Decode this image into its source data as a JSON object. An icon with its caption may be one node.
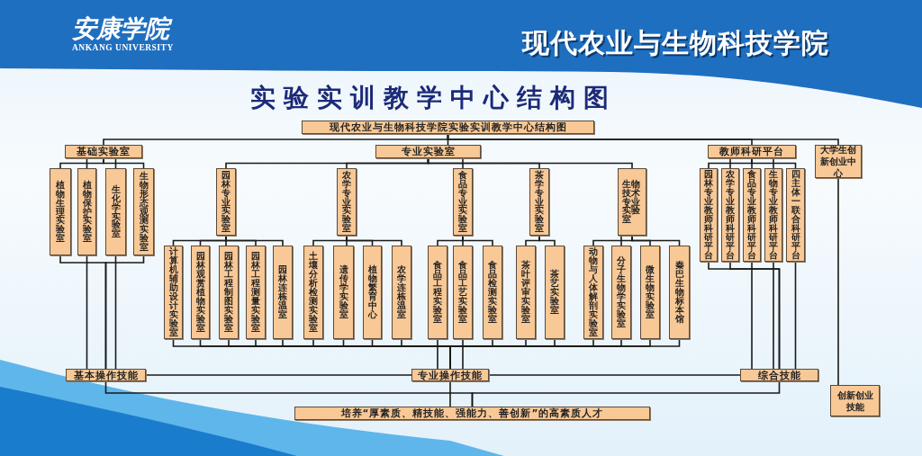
{
  "diagram": {
    "title": "实验实训教学中心结构图",
    "nodes": [
      {
        "text": [
          "现代农业与生物科技学院实验实训教学中心结构图"
        ]
      },
      {
        "text": [
          "基础实验室"
        ]
      },
      {
        "text": [
          "专业实验室"
        ]
      },
      {
        "text": [
          "教师科研平台"
        ]
      },
      {
        "text": [
          "大学生创新创业中心"
        ]
      },
      {
        "text": [
          "植物生理实验室"
        ]
      },
      {
        "text": [
          "植物保护实验室"
        ]
      },
      {
        "text": [
          "生化学实验室"
        ]
      },
      {
        "text": [
          "生物形态观测实验室"
        ]
      },
      {
        "text": [
          "园林专业实验室"
        ]
      },
      {
        "text": [
          "农学专业实验室"
        ]
      },
      {
        "text": [
          "食品专业实验室"
        ]
      },
      {
        "text": [
          "茶学专业实验室"
        ]
      },
      {
        "text": [
          "生物技术专业实验室"
        ]
      },
      {
        "text": [
          "园林专业教师科研平台"
        ]
      },
      {
        "text": [
          "农学专业教师科研平台"
        ]
      },
      {
        "text": [
          "食品专业教师科研平台"
        ]
      },
      {
        "text": [
          "生物专业教师科研平台"
        ]
      },
      {
        "text": [
          "四主体一联合科研平台"
        ]
      },
      {
        "text": [
          "计算机辅助设计实验室"
        ]
      },
      {
        "text": [
          "园林观赏植物实验室"
        ]
      },
      {
        "text": [
          "园林工程制图实验室"
        ]
      },
      {
        "text": [
          "园林工程测量实验室"
        ]
      },
      {
        "text": [
          "园林连栋温室"
        ]
      },
      {
        "text": [
          "土壤分析检测实验室"
        ]
      },
      {
        "text": [
          "遗传学实验室"
        ]
      },
      {
        "text": [
          "植物繁育中心"
        ]
      },
      {
        "text": [
          "农学连栋温室"
        ]
      },
      {
        "text": [
          "食品工程实验室"
        ]
      },
      {
        "text": [
          "食品工艺实验室"
        ]
      },
      {
        "text": [
          "食品检测实验室"
        ]
      },
      {
        "text": [
          "茶叶评审实验室"
        ]
      },
      {
        "text": [
          "茶艺实验室"
        ]
      },
      {
        "text": [
          "动物与人体解剖实验室"
        ]
      },
      {
        "text": [
          "分子生物学实验室"
        ]
      },
      {
        "text": [
          "微生物实验室"
        ]
      },
      {
        "text": [
          "秦巴生物标本馆"
        ]
      },
      {
        "text": [
          "基本操作技能"
        ]
      },
      {
        "text": [
          "专业操作技能"
        ]
      },
      {
        "text": [
          "综合技能"
        ]
      },
      {
        "text": [
          "创新创业技能"
        ]
      },
      {
        "text": [
          "培养“厚素质、精技能、强能力、善创新”的高素质人才"
        ]
      }
    ],
    "edges": [
      {
        "from": 0,
        "to": 1,
        "arrow": "none"
      },
      {
        "from": 0,
        "to": 2,
        "arrow": "none"
      },
      {
        "from": 0,
        "to": 3,
        "arrow": "none"
      },
      {
        "from": 0,
        "to": 4,
        "arrow": "none"
      },
      {
        "from": 1,
        "to": 5,
        "arrow": "none"
      },
      {
        "from": 1,
        "to": 6,
        "arrow": "none"
      },
      {
        "from": 1,
        "to": 7,
        "arrow": "none"
      },
      {
        "from": 1,
        "to": 8,
        "arrow": "none"
      },
      {
        "from": 2,
        "to": 9,
        "arrow": "none"
      },
      {
        "from": 2,
        "to": 10,
        "arrow": "none"
      },
      {
        "from": 2,
        "to": 11,
        "arrow": "none"
      },
      {
        "from": 2,
        "to": 12,
        "arrow": "none"
      },
      {
        "from": 2,
        "to": 13,
        "arrow": "none"
      },
      {
        "from": 3,
        "to": 14,
        "arrow": "none"
      },
      {
        "from": 3,
        "to": 15,
        "arrow": "none"
      },
      {
        "from": 3,
        "to": 16,
        "arrow": "none"
      },
      {
        "from": 3,
        "to": 17,
        "arrow": "none"
      },
      {
        "from": 3,
        "to": 18,
        "arrow": "none"
      },
      {
        "from": 9,
        "to": 19,
        "arrow": "none"
      },
      {
        "from": 9,
        "to": 20,
        "arrow": "none"
      },
      {
        "from": 9,
        "to": 21,
        "arrow": "none"
      },
      {
        "from": 9,
        "to": 22,
        "arrow": "none"
      },
      {
        "from": 9,
        "to": 23,
        "arrow": "none"
      },
      {
        "from": 10,
        "to": 24,
        "arrow": "none"
      },
      {
        "from": 10,
        "to": 25,
        "arrow": "none"
      },
      {
        "from": 10,
        "to": 26,
        "arrow": "none"
      },
      {
        "from": 10,
        "to": 27,
        "arrow": "none"
      },
      {
        "from": 11,
        "to": 28,
        "arrow": "none"
      },
      {
        "from": 11,
        "to": 29,
        "arrow": "none"
      },
      {
        "from": 11,
        "to": 30,
        "arrow": "none"
      },
      {
        "from": 12,
        "to": 31,
        "arrow": "none"
      },
      {
        "from": 12,
        "to": 32,
        "arrow": "none"
      },
      {
        "from": 13,
        "to": 33,
        "arrow": "none"
      },
      {
        "from": 13,
        "to": 34,
        "arrow": "none"
      },
      {
        "from": 13,
        "to": 35,
        "arrow": "none"
      },
      {
        "from": 13,
        "to": 36,
        "arrow": "none"
      },
      {
        "from": 5,
        "to": 37,
        "arrow": "none"
      },
      {
        "from": 6,
        "to": 37,
        "arrow": "none"
      },
      {
        "from": 7,
        "to": 37,
        "arrow": "none"
      },
      {
        "from": 8,
        "to": 37,
        "arrow": "none"
      },
      {
        "from": 19,
        "to": 38,
        "arrow": "none"
      },
      {
        "from": 20,
        "to": 38,
        "arrow": "none"
      },
      {
        "from": 21,
        "to": 38,
        "arrow": "none"
      },
      {
        "from": 22,
        "to": 38,
        "arrow": "none"
      },
      {
        "from": 23,
        "to": 38,
        "arrow": "none"
      },
      {
        "from": 24,
        "to": 38,
        "arrow": "none"
      },
      {
        "from": 25,
        "to": 38,
        "arrow": "none"
      },
      {
        "from": 26,
        "to": 38,
        "arrow": "none"
      },
      {
        "from": 27,
        "to": 38,
        "arrow": "none"
      },
      {
        "from": 28,
        "to": 38,
        "arrow": "none"
      },
      {
        "from": 29,
        "to": 38,
        "arrow": "none"
      },
      {
        "from": 30,
        "to": 38,
        "arrow": "none"
      },
      {
        "from": 31,
        "to": 38,
        "arrow": "none"
      },
      {
        "from": 32,
        "to": 38,
        "arrow": "none"
      },
      {
        "from": 33,
        "to": 38,
        "arrow": "none"
      },
      {
        "from": 34,
        "to": 38,
        "arrow": "none"
      },
      {
        "from": 35,
        "to": 38,
        "arrow": "none"
      },
      {
        "from": 36,
        "to": 38,
        "arrow": "none"
      },
      {
        "from": 14,
        "to": 39,
        "arrow": "none"
      },
      {
        "from": 15,
        "to": 39,
        "arrow": "none"
      },
      {
        "from": 16,
        "to": 39,
        "arrow": "none"
      },
      {
        "from": 17,
        "to": 39,
        "arrow": "none"
      },
      {
        "from": 18,
        "to": 39,
        "arrow": "none"
      },
      {
        "from": 4,
        "to": 40,
        "arrow": "none"
      },
      {
        "from": 37,
        "to": 38,
        "arrow": "none"
      },
      {
        "from": 38,
        "to": 39,
        "arrow": "none"
      },
      {
        "from": 37,
        "to": 41,
        "arrow": "none"
      },
      {
        "from": 38,
        "to": 41,
        "arrow": "none"
      },
      {
        "from": 39,
        "to": 41,
        "arrow": "none"
      }
    ],
    "labels": [
      "安康学院",
      "ANKANG UNIVERSITY",
      "现代农业与生物科技学院"
    ]
  }
}
